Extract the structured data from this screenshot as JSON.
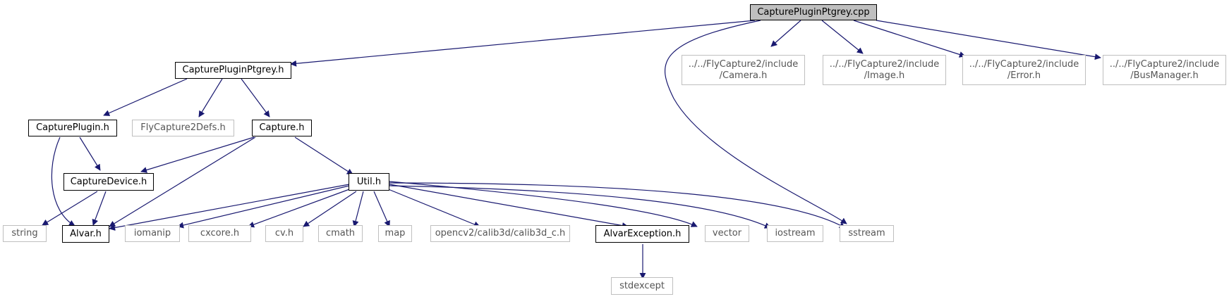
{
  "diagram": {
    "nodes": {
      "root": "CapturePluginPtgrey.cpp",
      "capture_plugin_ptgrey_h": "CapturePluginPtgrey.h",
      "camera_h": [
        "../../FlyCapture2/include",
        "/Camera.h"
      ],
      "image_h": [
        "../../FlyCapture2/include",
        "/Image.h"
      ],
      "error_h": [
        "../../FlyCapture2/include",
        "/Error.h"
      ],
      "busmanager_h": [
        "../../FlyCapture2/include",
        "/BusManager.h"
      ],
      "capture_plugin_h": "CapturePlugin.h",
      "flycapture2defs_h": "FlyCapture2Defs.h",
      "capture_h": "Capture.h",
      "capture_device_h": "CaptureDevice.h",
      "util_h": "Util.h",
      "string": "string",
      "alvar_h": "Alvar.h",
      "iomanip": "iomanip",
      "cxcore_h": "cxcore.h",
      "cv_h": "cv.h",
      "cmath": "cmath",
      "map": "map",
      "calib3d_c_h": "opencv2/calib3d/calib3d_c.h",
      "alvar_exception_h": "AlvarException.h",
      "vector": "vector",
      "iostream": "iostream",
      "sstream": "sstream",
      "stdexcept": "stdexcept"
    },
    "colors": {
      "edge": "#191970",
      "external_border": "#bfbfbf",
      "root_fill": "#bfbfbf"
    }
  }
}
